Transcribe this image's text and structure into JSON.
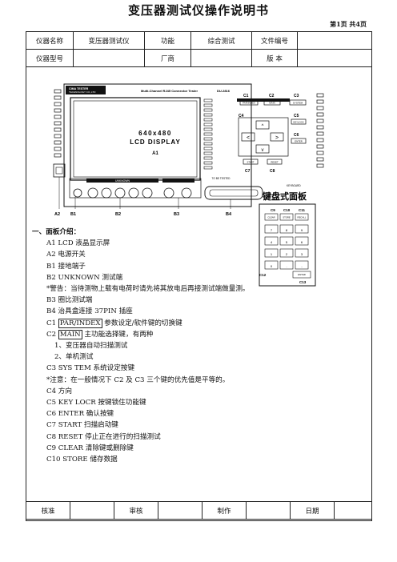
{
  "doc": {
    "title": "变压器测试仪操作说明书",
    "page": "第1页 共4页"
  },
  "header": {
    "row1": [
      "仪器名称",
      "变压器测试仪",
      "功能",
      "综合测试",
      "文件编号",
      ""
    ],
    "row2": [
      "仪器型号",
      "",
      "厂商",
      "",
      "版  本",
      ""
    ]
  },
  "diagram": {
    "brand": "CIMA TESTER",
    "company": "TECHNOLOGY CO.,LTD",
    "device": "Multi-Channel RJ45 Connector Tester",
    "model": "DU-2816",
    "lcd1": "640x480",
    "lcd2": "LCD DISPLAY",
    "lcd_tag": "A1",
    "unknown": "UNKNOWN",
    "fixture_title": "TO BE TESTED",
    "keyboard": "KEYBOARD",
    "panel_label": "键盘式面板",
    "keys": {
      "c1": "PAR/INDEX",
      "c2": "MAIN",
      "c3": "SYSTEM",
      "c5": "KEYLOCK",
      "c6": "ENTER",
      "c7": "START",
      "c8": "RESET",
      "c9": "CLEAR",
      "c10": "STORE",
      "c11": "RECALL"
    },
    "callouts": {
      "c1": "C1",
      "c2": "C2",
      "c3": "C3",
      "c4": "C4",
      "c5": "C5",
      "c6": "C6",
      "c7": "C7",
      "c8": "C8",
      "c9": "C9",
      "c10": "C10",
      "c11": "C11",
      "c12": "C12",
      "c13": "C13"
    },
    "bottom_labels": {
      "a2": "A2",
      "b1": "B1",
      "b2": "B2",
      "b3": "B3",
      "b4": "B4"
    },
    "numpad": [
      "7",
      "8",
      "9",
      "4",
      "5",
      "6",
      "1",
      "2",
      "3",
      "0",
      ".",
      "-"
    ]
  },
  "content": {
    "section": "一、面板介绍：",
    "a1": "A1 LCD 液晶显示屏",
    "a2": "A2 电源开关",
    "b1": "B1 接地端子",
    "b2": "B2 UNKNOWN 测试端",
    "warn": "*警告：当待测物上载有电荷时请先将其放电后再接测试端做量测。",
    "b3": "B3 圈比测试端",
    "b4": "B4 治具盒连接 37PIN 插座",
    "c1_pre": "C1",
    "c1_key": "PAR/INDEX",
    "c1_post": "参数设定/软件键的切换键",
    "c2_pre": "C2",
    "c2_key": "MAIN",
    "c2_post": "主功能选择键，有两种",
    "c2_opt1": "1、变压器自动扫描测试",
    "c2_opt2": "2、单机测试",
    "c3": "C3 SYS TEM 系统设定按键",
    "note": "*注意：在一般情况下 C2 及 C3 三个键的优先值是平等的。",
    "c4": "C4 方向",
    "c5": "C5 KEY LOCR 按键锁住功能键",
    "c6": "C6 ENTER 确认按键",
    "c7": "C7 START 扫描启动键",
    "c8": "C8 RESET 停止正在进行的扫描测试",
    "c9": "C9 CLEAR 清除键或删除键",
    "c10": "C10 STORE 储存数据"
  },
  "footer": [
    "核准",
    "",
    "审核",
    "",
    "制作",
    "",
    "日期",
    ""
  ]
}
